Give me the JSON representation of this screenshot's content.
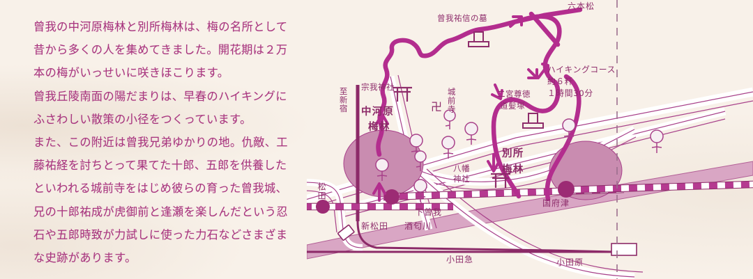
{
  "colors": {
    "paper": "#f8f1e9",
    "ink": "#a8357f",
    "map_ink": "#8e2d6b",
    "route": "#b32d8e",
    "grove_fill": "#c98cb0",
    "rail_fill": "#b53a90",
    "road_fill": "#ffffff",
    "river_fill": "#d9a6c4"
  },
  "description": {
    "lines": [
      "曾我の中河原梅林と別所梅林は、梅の名所として",
      "昔から多くの人を集めてきました。開花期は２万",
      "本の梅がいっせいに咲きほこります。",
      "曾我丘陵南面の陽だまりは、早春のハイキングに",
      "ふさわしい散策の小径をつくっています。",
      "また、この附近は曾我兄弟ゆかりの地。仇敵、工",
      "藤祐経を討ちとって果てた十郎、五郎を供養した",
      "といわれる城前寺をはじめ彼らの育った曾我城、",
      "兄の十郎祐成が虎御前と逢瀬を楽しんだという忍",
      "石や五郎時致が力試しに使った力石などさまざま",
      "な史跡があります。"
    ],
    "text": "曾我の中河原梅林と別所梅林は、梅の名所として\n昔から多くの人を集めてきました。開花期は２万\n本の梅がいっせいに咲きほこります。\n曾我丘陵南面の陽だまりは、早春のハイキングに\nふさわしい散策の小径をつくっています。\nまた、この附近は曾我兄弟ゆかりの地。仇敵、工\n藤祐経を討ちとって果てた十郎、五郎を供養した\nといわれる城前寺をはじめ彼らの育った曾我城、\n兄の十郎祐成が虎御前と逢瀬を楽しんだという忍\n石や五郎時致が力試しに使った力石などさまざま\nな史跡があります。"
  },
  "map": {
    "labels": {
      "ropponmatsu": "六本松",
      "soga_sukenobu_grave": "曾我祐信の墓",
      "hiking_title": "ハイキングコース",
      "hiking_distance": "約６粁",
      "hiking_time": "１時間30分",
      "ninomiya": "二宮尊徳\n道髪塚",
      "ninomiya_l1": "二宮尊徳",
      "ninomiya_l2": "道髪塚",
      "jozenji": "城前寺",
      "soga_jinja": "宗我神社",
      "to_shinjuku": "至新宿",
      "nakagawara_bairin": "中河原\n梅林",
      "nakagawara_l1": "中河原",
      "nakagawara_l2": "梅林",
      "bessho_bairin": "別所\n梅林",
      "bessho_l1": "別所",
      "bessho_l2": "梅林",
      "hachiman_jinja": "八幡\n神社",
      "hachiman_l1": "八幡",
      "hachiman_l2": "神社",
      "matsuda": "松田",
      "shin_matsuda": "新松田",
      "sakawa_river": "酒匂川",
      "shimo_soga": "下曾我",
      "kozu": "国府津",
      "odakyu": "小田急",
      "odawara": "小田原"
    },
    "icons": {
      "torii": "torii-icon",
      "temple_manji": "卍",
      "grave": "grave-monument-icon",
      "tree": "tree-icon",
      "station_dot": "station-dot-icon",
      "route_arrow": "route-arrow-icon"
    },
    "stations": [
      "松田",
      "新松田",
      "下曾我",
      "国府津",
      "小田原"
    ],
    "groves": [
      "中河原梅林",
      "別所梅林"
    ],
    "shrines": [
      "宗我神社",
      "八幡神社"
    ],
    "temples": [
      "城前寺"
    ],
    "monuments": [
      "曾我祐信の墓",
      "二宮尊徳道髪塚"
    ]
  }
}
